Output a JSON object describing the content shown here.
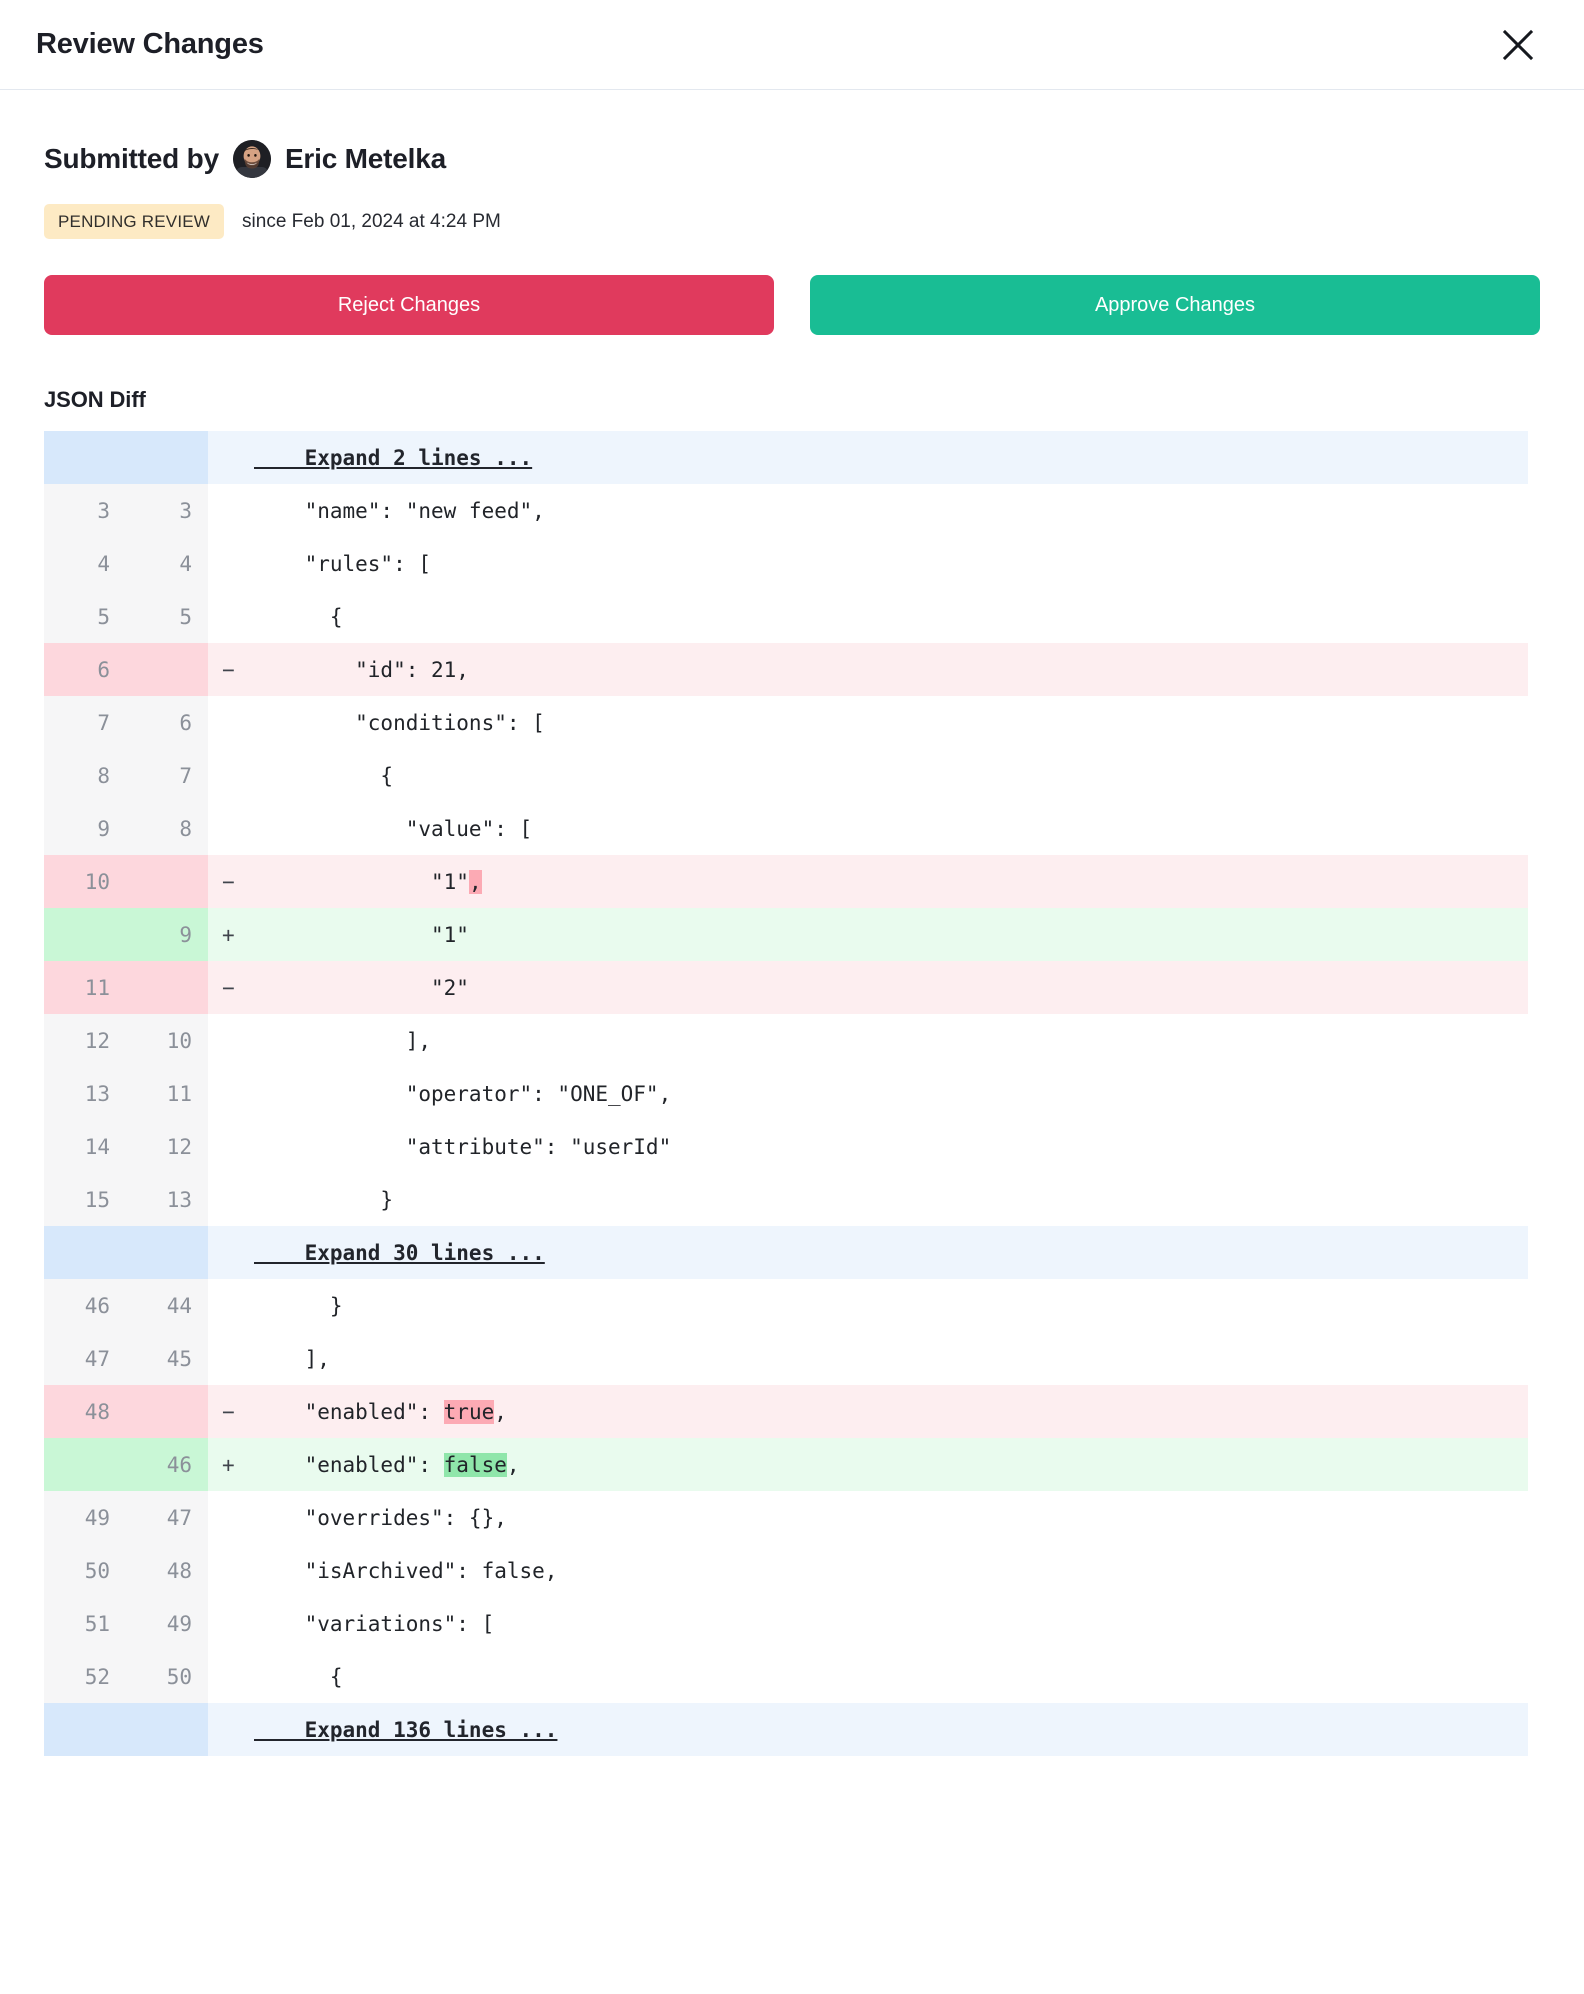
{
  "header": {
    "title": "Review Changes",
    "close_icon": "close-icon"
  },
  "submission": {
    "submitted_by_label": "Submitted by",
    "submitter_name": "Eric Metelka",
    "status_badge": "PENDING REVIEW",
    "status_since": "since Feb 01, 2024 at 4:24 PM"
  },
  "actions": {
    "reject_label": "Reject Changes",
    "approve_label": "Approve Changes",
    "reject_color": "#e03a5d",
    "approve_color": "#19bd94"
  },
  "diff": {
    "section_title": "JSON Diff",
    "rows": [
      {
        "type": "expand",
        "old": "",
        "new": "",
        "marker": "",
        "text": "Expand 2 lines ..."
      },
      {
        "type": "ctx",
        "old": "3",
        "new": "3",
        "marker": "",
        "text": "    \"name\": \"new feed\","
      },
      {
        "type": "ctx",
        "old": "4",
        "new": "4",
        "marker": "",
        "text": "    \"rules\": ["
      },
      {
        "type": "ctx",
        "old": "5",
        "new": "5",
        "marker": "",
        "text": "      {"
      },
      {
        "type": "del",
        "old": "6",
        "new": "",
        "marker": "−",
        "text": "        \"id\": 21,"
      },
      {
        "type": "ctx",
        "old": "7",
        "new": "6",
        "marker": "",
        "text": "        \"conditions\": ["
      },
      {
        "type": "ctx",
        "old": "8",
        "new": "7",
        "marker": "",
        "text": "          {"
      },
      {
        "type": "ctx",
        "old": "9",
        "new": "8",
        "marker": "",
        "text": "            \"value\": ["
      },
      {
        "type": "del",
        "old": "10",
        "new": "",
        "marker": "−",
        "text": "              \"1\"",
        "hl": ","
      },
      {
        "type": "add",
        "old": "",
        "new": "9",
        "marker": "+",
        "text": "              \"1\""
      },
      {
        "type": "del",
        "old": "11",
        "new": "",
        "marker": "−",
        "text": "              \"2\""
      },
      {
        "type": "ctx",
        "old": "12",
        "new": "10",
        "marker": "",
        "text": "            ],"
      },
      {
        "type": "ctx",
        "old": "13",
        "new": "11",
        "marker": "",
        "text": "            \"operator\": \"ONE_OF\","
      },
      {
        "type": "ctx",
        "old": "14",
        "new": "12",
        "marker": "",
        "text": "            \"attribute\": \"userId\""
      },
      {
        "type": "ctx",
        "old": "15",
        "new": "13",
        "marker": "",
        "text": "          }"
      },
      {
        "type": "expand",
        "old": "",
        "new": "",
        "marker": "",
        "text": "Expand 30 lines ..."
      },
      {
        "type": "ctx",
        "old": "46",
        "new": "44",
        "marker": "",
        "text": "      }"
      },
      {
        "type": "ctx",
        "old": "47",
        "new": "45",
        "marker": "",
        "text": "    ],"
      },
      {
        "type": "del",
        "old": "48",
        "new": "",
        "marker": "−",
        "text": "    \"enabled\": ",
        "hl": "true",
        "tail": ","
      },
      {
        "type": "add",
        "old": "",
        "new": "46",
        "marker": "+",
        "text": "    \"enabled\": ",
        "hl": "false",
        "tail": ","
      },
      {
        "type": "ctx",
        "old": "49",
        "new": "47",
        "marker": "",
        "text": "    \"overrides\": {},"
      },
      {
        "type": "ctx",
        "old": "50",
        "new": "48",
        "marker": "",
        "text": "    \"isArchived\": false,"
      },
      {
        "type": "ctx",
        "old": "51",
        "new": "49",
        "marker": "",
        "text": "    \"variations\": ["
      },
      {
        "type": "ctx",
        "old": "52",
        "new": "50",
        "marker": "",
        "text": "      {"
      },
      {
        "type": "expand",
        "old": "",
        "new": "",
        "marker": "",
        "text": "Expand 136 lines ..."
      }
    ]
  }
}
